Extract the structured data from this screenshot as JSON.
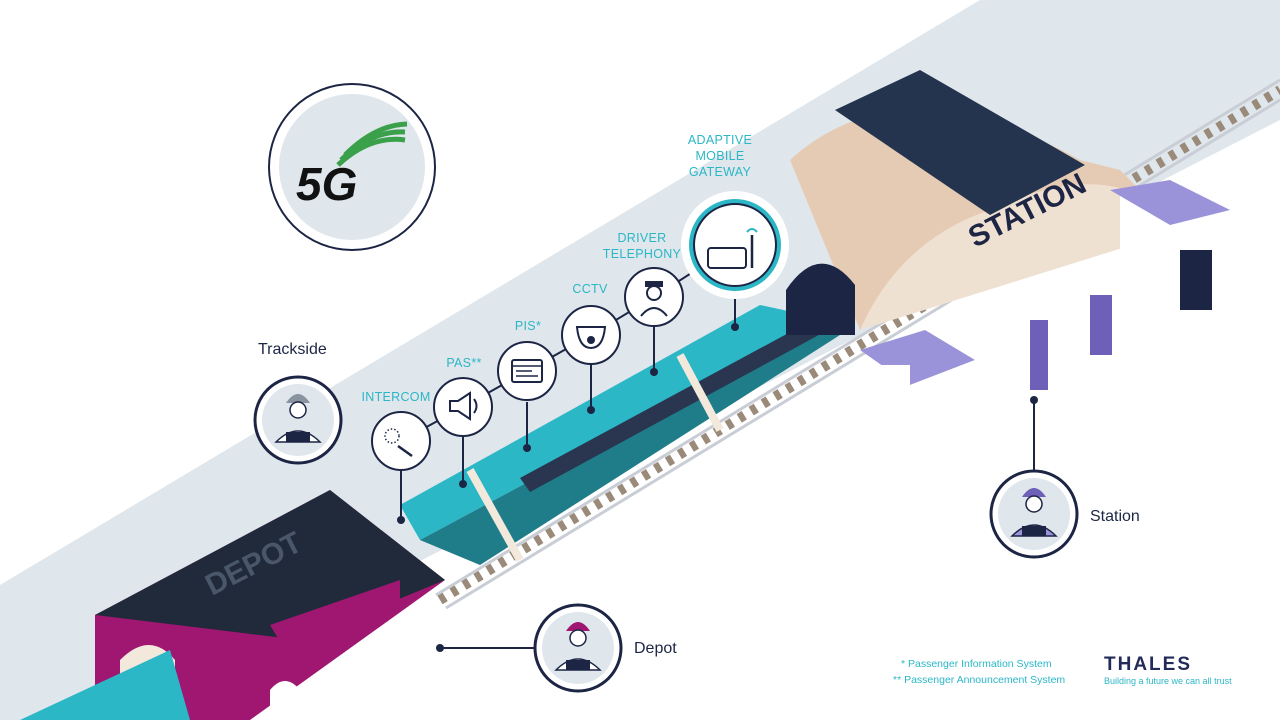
{
  "badge": {
    "text": "5G"
  },
  "labels": {
    "adaptive": [
      "ADAPTIVE",
      "MOBILE",
      "GATEWAY"
    ],
    "driver": [
      "DRIVER",
      "TELEPHONY"
    ],
    "cctv": "CCTV",
    "pis": "PIS*",
    "pas": "PAS**",
    "intercom": "INTERCOM"
  },
  "people": {
    "trackside": "Trackside",
    "station": "Station",
    "depot": "Depot"
  },
  "buildings": {
    "station": "STATION",
    "depot": "DEPOT"
  },
  "footnotes": {
    "pis": "* Passenger Information System",
    "pas": "** Passenger Announcement System"
  },
  "brand": {
    "name": "THALES",
    "tagline": "Building a future we can all trust"
  },
  "colors": {
    "teal": "#2bb7c6",
    "navy": "#1d2545",
    "magenta": "#a01772",
    "purple": "#6e5fb8",
    "ground": "#dfe6ec"
  }
}
